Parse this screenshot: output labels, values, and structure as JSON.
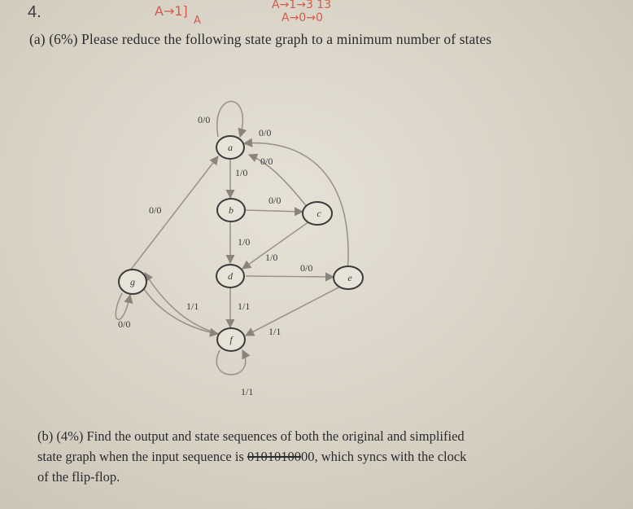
{
  "question_number": "4.",
  "handwritten_notes": [
    "A→1]",
    "A",
    "A→1→3 13",
    "A→0→0"
  ],
  "part_a": {
    "text": "(a) (6%) Please reduce the following state graph to a minimum number of states"
  },
  "state_graph": {
    "nodes": [
      {
        "id": "a",
        "label": "a"
      },
      {
        "id": "b",
        "label": "b"
      },
      {
        "id": "c",
        "label": "c"
      },
      {
        "id": "d",
        "label": "d"
      },
      {
        "id": "e",
        "label": "e"
      },
      {
        "id": "f",
        "label": "f"
      },
      {
        "id": "g",
        "label": "g"
      }
    ],
    "edge_labels": {
      "a_self": "0/0",
      "c_to_a": "0/0",
      "c_to_a_inner": "0/0",
      "a_to_b": "1/0",
      "g_to_a": "0/0",
      "b_to_c": "0/0",
      "b_to_d": "1/0",
      "c_to_d": "1/0",
      "d_to_e": "0/0",
      "g_self": "0/0",
      "f_to_g": "1/1",
      "d_to_f": "1/1",
      "e_to_f": "1/1",
      "f_self": "1/1"
    }
  },
  "part_b": {
    "line1": "(b) (4%) Find the output and state sequences of both the original and simplified",
    "line2_pre": "state graph when the input sequence is ",
    "line2_seq": "01010100",
    "line2_post": "00, which syncs with the clock",
    "line3": "of the flip-flop."
  }
}
